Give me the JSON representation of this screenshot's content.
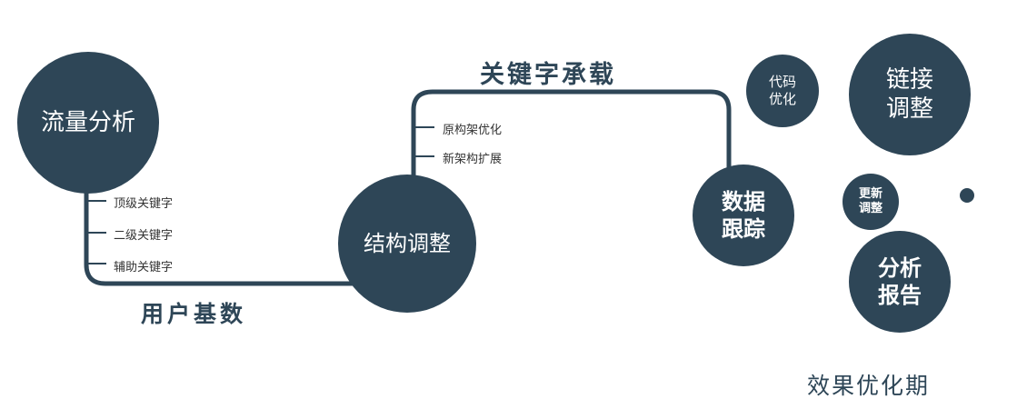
{
  "colors": {
    "primary": "#2e4657",
    "background": "#ffffff",
    "circle_text": "#ffffff",
    "tick_text": "#333333"
  },
  "nodes": {
    "traffic_analysis": {
      "label": "流量分析"
    },
    "structure_adjustment": {
      "label": "结构调整"
    },
    "data_tracking": {
      "line1": "数据",
      "line2": "跟踪"
    },
    "code_optimization": {
      "line1": "代码",
      "line2": "优化"
    },
    "link_adjustment": {
      "line1": "链接",
      "line2": "调整"
    },
    "update_adjustment": {
      "line1": "更新",
      "line2": "调整"
    },
    "analysis_report": {
      "line1": "分析",
      "line2": "报告"
    }
  },
  "edge_labels": {
    "keyword_bearing": "关键字承载",
    "user_base": "用户基数",
    "effect_optimization_period": "效果优化期"
  },
  "tick_labels": {
    "traffic": [
      "顶级关键字",
      "二级关键字",
      "辅助关键字"
    ],
    "structure": [
      "原构架优化",
      "新架构扩展"
    ]
  }
}
